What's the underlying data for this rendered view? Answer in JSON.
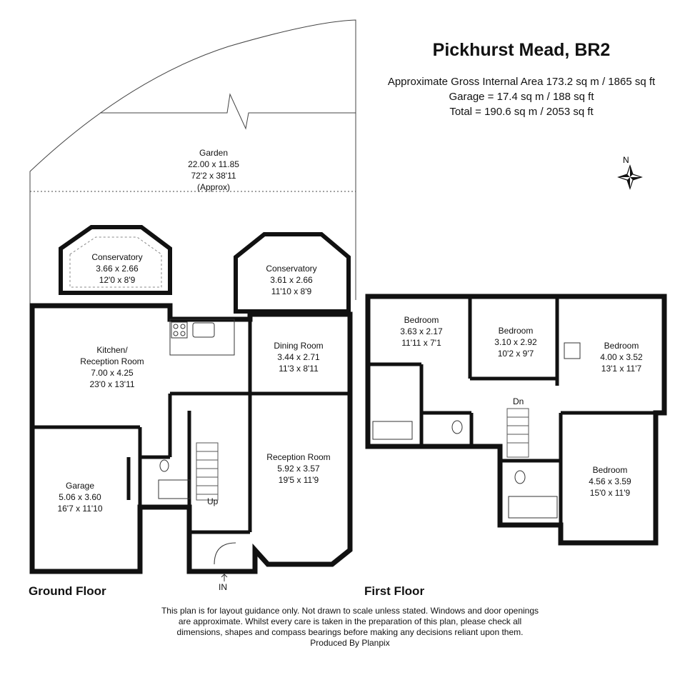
{
  "header": {
    "title": "Pickhurst Mead, BR2",
    "area_line": "Approximate Gross Internal Area 173.2 sq m / 1865 sq ft",
    "garage_line": "Garage = 17.4 sq m / 188 sq ft",
    "total_line": "Total = 190.6 sq m / 2053 sq ft"
  },
  "compass": {
    "label": "N"
  },
  "rooms": {
    "garden": {
      "name": "Garden",
      "metric": "22.00 x 11.85",
      "imperial": "72'2 x 38'11",
      "note": "(Approx)"
    },
    "conservatory_left": {
      "name": "Conservatory",
      "metric": "3.66 x 2.66",
      "imperial": "12'0 x 8'9"
    },
    "conservatory_right": {
      "name": "Conservatory",
      "metric": "3.61 x 2.66",
      "imperial": "11'10 x 8'9"
    },
    "kitchen": {
      "name_line1": "Kitchen/",
      "name_line2": "Reception Room",
      "metric": "7.00 x 4.25",
      "imperial": "23'0 x 13'11"
    },
    "dining": {
      "name": "Dining Room",
      "metric": "3.44 x 2.71",
      "imperial": "11'3 x 8'11"
    },
    "reception": {
      "name": "Reception Room",
      "metric": "5.92 x 3.57",
      "imperial": "19'5 x 11'9"
    },
    "garage": {
      "name": "Garage",
      "metric": "5.06 x 3.60",
      "imperial": "16'7 x 11'10"
    },
    "bedroom1": {
      "name": "Bedroom",
      "metric": "3.63 x 2.17",
      "imperial": "11'11 x 7'1"
    },
    "bedroom2": {
      "name": "Bedroom",
      "metric": "3.10 x 2.92",
      "imperial": "10'2 x 9'7"
    },
    "bedroom3": {
      "name": "Bedroom",
      "metric": "4.00 x 3.52",
      "imperial": "13'1 x 11'7"
    },
    "bedroom4": {
      "name": "Bedroom",
      "metric": "4.56 x 3.59",
      "imperial": "15'0 x 11'9"
    }
  },
  "stairs": {
    "up": "Up",
    "down": "Dn"
  },
  "entrance": {
    "label": "IN"
  },
  "floors": {
    "ground": "Ground Floor",
    "first": "First Floor"
  },
  "disclaimer": {
    "line1": "This plan is for layout guidance only. Not drawn to scale unless stated. Windows and door openings",
    "line2": "are approximate. Whilst every care is taken in the preparation of this plan, please check all",
    "line3": "dimensions, shapes and compass bearings before making any decisions reliant upon them.",
    "line4": "Produced By Planpix"
  }
}
